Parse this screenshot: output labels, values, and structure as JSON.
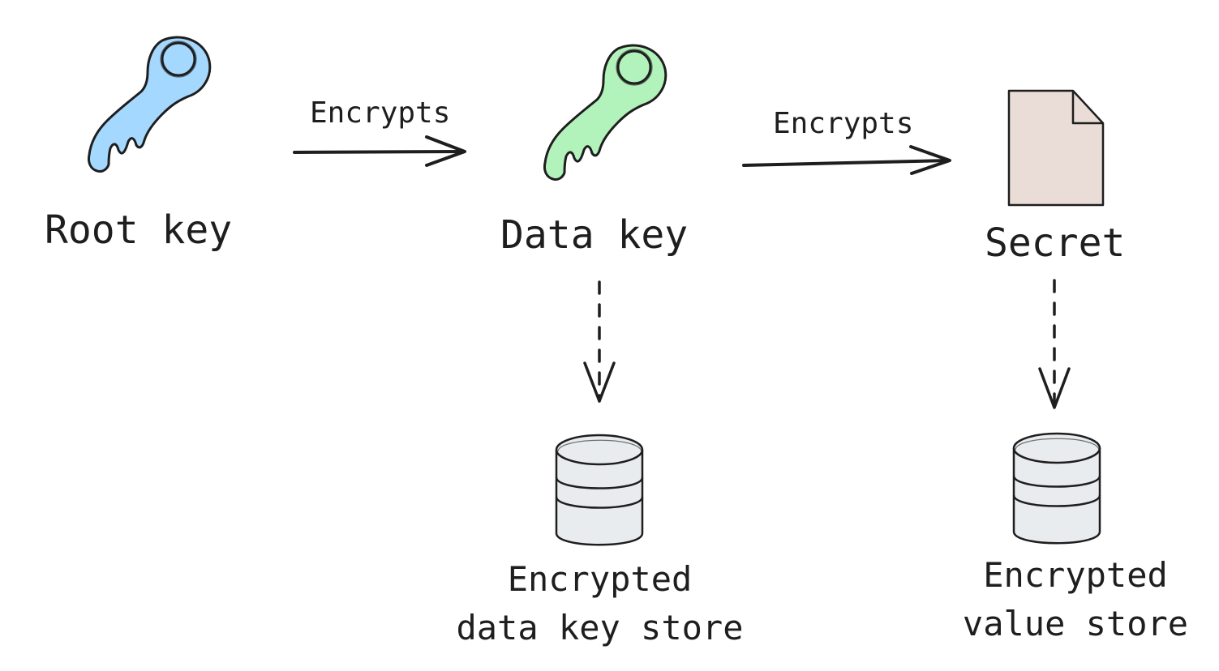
{
  "nodes": {
    "root_key": {
      "label": "Root key",
      "icon": "key-icon",
      "fill": "#a5d8ff"
    },
    "data_key": {
      "label": "Data key",
      "icon": "key-icon",
      "fill": "#b2f2bb"
    },
    "secret": {
      "label": "Secret",
      "icon": "document-icon",
      "fill": "#eaddd7"
    }
  },
  "edges": {
    "root_to_data": {
      "label": "Encrypts",
      "style": "solid"
    },
    "data_to_secret": {
      "label": "Encrypts",
      "style": "solid"
    },
    "data_to_store": {
      "style": "dashed"
    },
    "secret_to_store": {
      "style": "dashed"
    }
  },
  "stores": {
    "data_key_store": {
      "line1": "Encrypted",
      "line2": "data key store",
      "icon": "database-icon",
      "fill": "#e9ecef"
    },
    "value_store": {
      "line1": "Encrypted",
      "line2": "value store",
      "icon": "database-icon",
      "fill": "#e9ecef"
    }
  },
  "colors": {
    "stroke": "#1e1e1e"
  }
}
